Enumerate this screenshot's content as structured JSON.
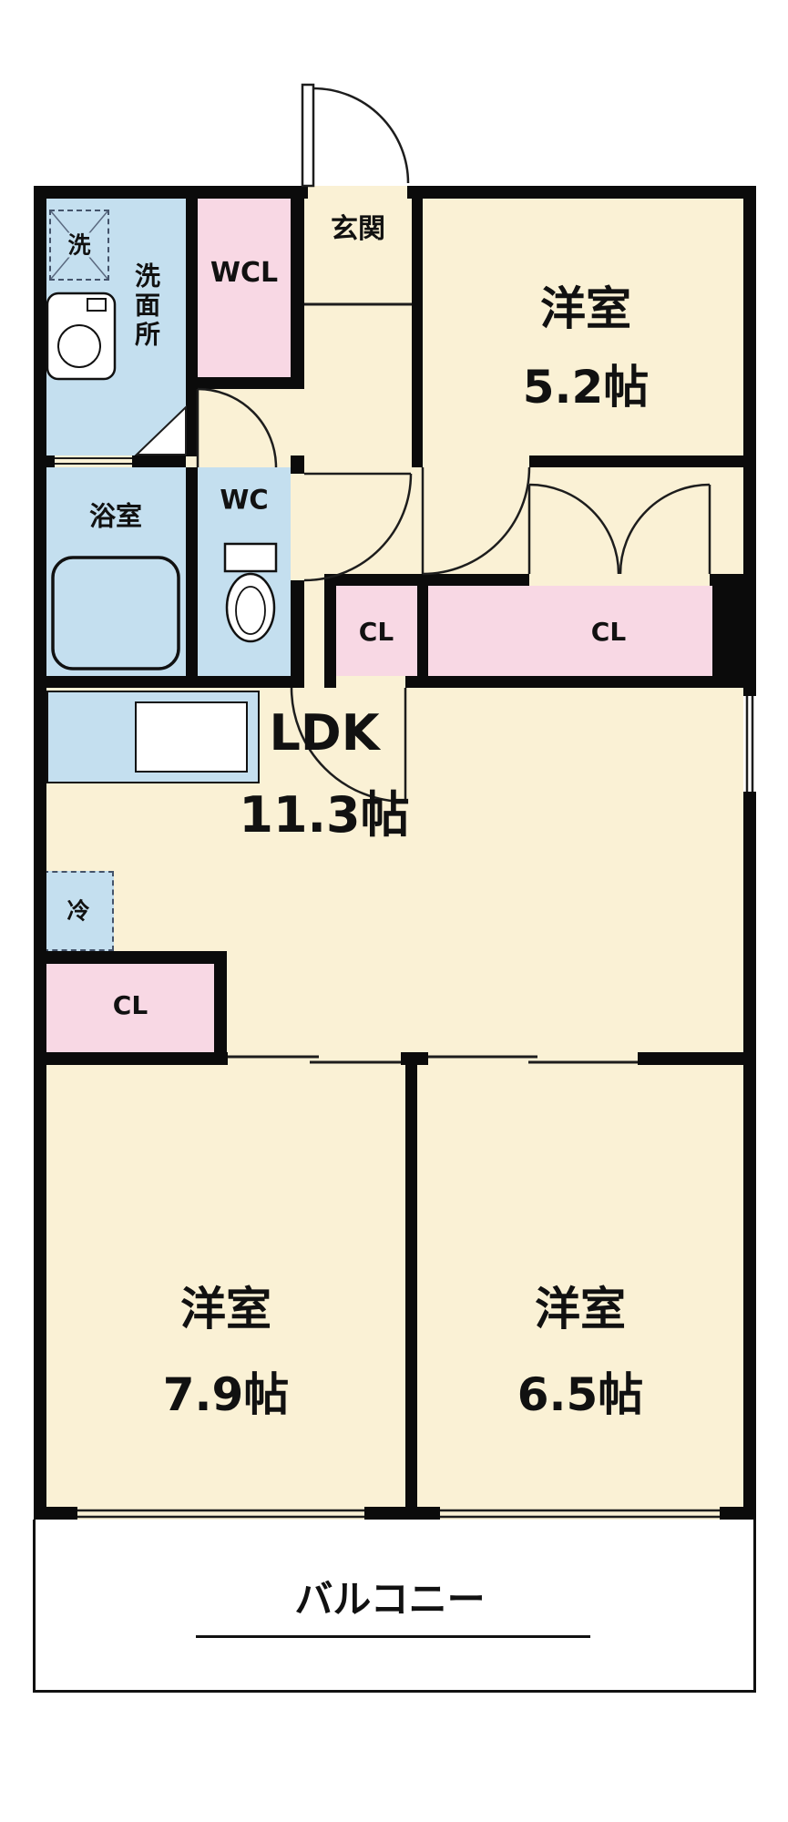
{
  "colors": {
    "cream": "#faf1d5",
    "pink": "#f8d8e4",
    "blue": "#c4dfef",
    "wall": "#0b0b0b",
    "line": "#222222"
  },
  "rooms": {
    "genkan": {
      "label": "玄関"
    },
    "wcl": {
      "label": "WCL"
    },
    "washer": {
      "label": "洗"
    },
    "washroom": {
      "label": "洗面所"
    },
    "west52": {
      "name": "洋室",
      "size": "5.2帖"
    },
    "bath": {
      "label": "浴室"
    },
    "wc": {
      "label": "WC"
    },
    "cl_hall_left": {
      "label": "CL"
    },
    "cl_hall_right": {
      "label": "CL"
    },
    "ldk": {
      "name": "LDK",
      "size": "11.3帖"
    },
    "fridge": {
      "label": "冷"
    },
    "cl_ldk": {
      "label": "CL"
    },
    "west79": {
      "name": "洋室",
      "size": "7.9帖"
    },
    "west65": {
      "name": "洋室",
      "size": "6.5帖"
    },
    "balcony": {
      "label": "バルコニー"
    }
  }
}
